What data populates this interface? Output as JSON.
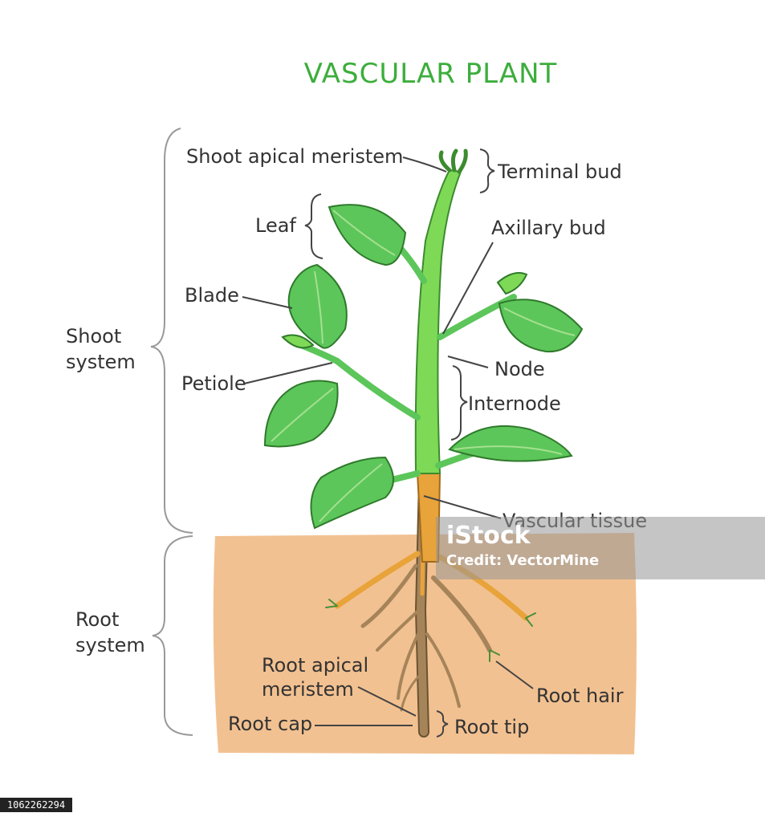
{
  "title": "VASCULAR PLANT",
  "colors": {
    "title": "#3cae3c",
    "stem": "#7ed957",
    "stem_outline": "#3d8b2f",
    "leaf": "#5cc65a",
    "leaf_light": "#a5e08f",
    "soil": "#f2c191",
    "root": "#a6845a",
    "root_core": "#e8a33a",
    "label": "#333333",
    "bracket": "#999999"
  },
  "labels": {
    "shoot_apical_meristem": "Shoot apical meristem",
    "terminal_bud": "Terminal bud",
    "leaf": "Leaf",
    "axillary_bud": "Axillary bud",
    "blade": "Blade",
    "shoot_system": "Shoot system",
    "node": "Node",
    "petiole": "Petiole",
    "internode": "Internode",
    "vascular_tissue": "Vascular tissue",
    "root_system": "Root system",
    "root_apical_meristem": "Root apical meristem",
    "root_hair": "Root hair",
    "root_cap": "Root cap",
    "root_tip": "Root tip"
  },
  "watermark": {
    "logo": "iStock",
    "credit": "Credit: VectorMine"
  },
  "stock_id": "1062262294"
}
